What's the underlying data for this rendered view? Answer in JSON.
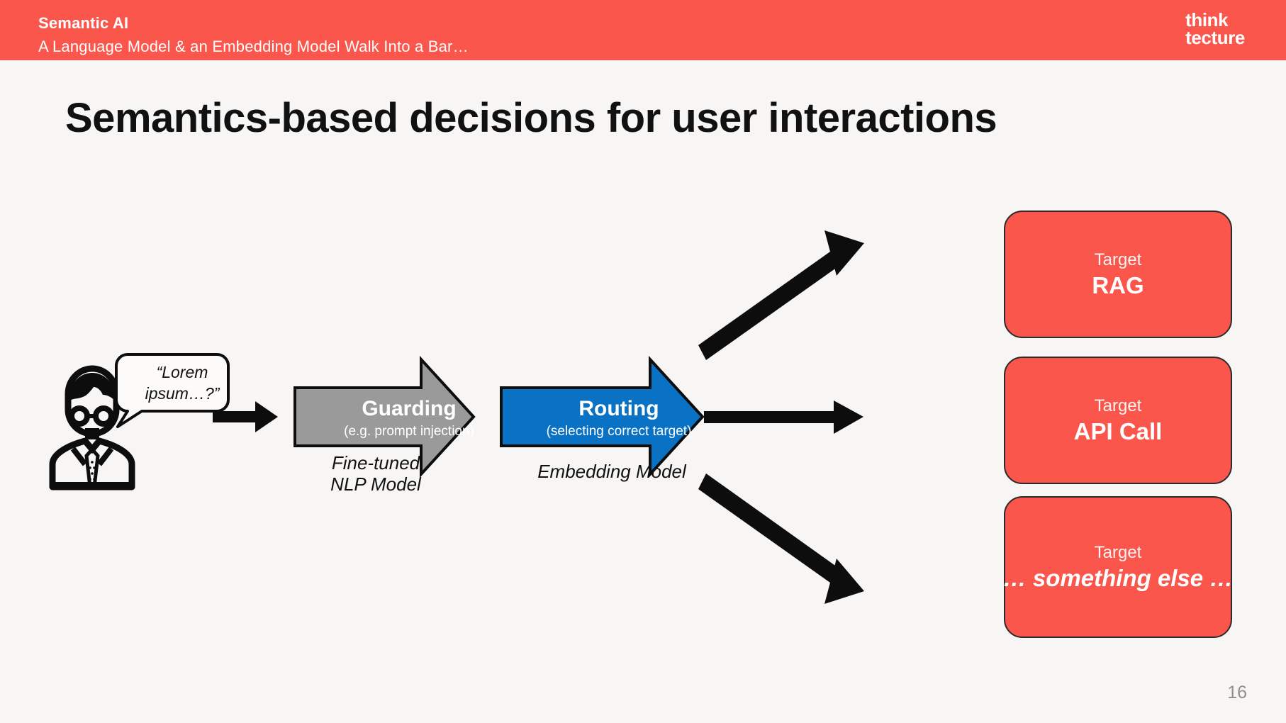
{
  "header": {
    "title": "Semantic AI",
    "subtitle": "A Language Model & an Embedding Model Walk Into a Bar…",
    "bg_color": "#fa564c",
    "logo_line1": "think",
    "logo_line2": "tecture"
  },
  "slide": {
    "title": "Semantics-based decisions for user interactions",
    "background_color": "#f7f6f4",
    "page_number": "16"
  },
  "diagram": {
    "user": {
      "icon_name": "businessman-avatar-icon",
      "bubble_line1": "“Lorem",
      "bubble_line2": "ipsum…?”"
    },
    "stages": [
      {
        "id": "guarding",
        "title": "Guarding",
        "subtitle": "(e.g. prompt injection)",
        "caption_line1": "Fine-tuned",
        "caption_line2": "NLP Model",
        "color": "#9a9a9a"
      },
      {
        "id": "routing",
        "title": "Routing",
        "subtitle": "(selecting correct target)",
        "caption_line1": "Embedding Model",
        "caption_line2": "",
        "color": "#0a72c4"
      }
    ],
    "targets": [
      {
        "kicker": "Target",
        "name": "RAG",
        "italic": false,
        "color": "#fa564c"
      },
      {
        "kicker": "Target",
        "name": "API Call",
        "italic": false,
        "color": "#fa564c"
      },
      {
        "kicker": "Target",
        "name": "… something else …",
        "italic": true,
        "color": "#fa564c"
      }
    ],
    "connectors": [
      {
        "name": "user-to-guarding-arrow",
        "direction": "right"
      },
      {
        "name": "routing-to-rag-arrow",
        "direction": "up-right"
      },
      {
        "name": "routing-to-api-call-arrow",
        "direction": "right"
      },
      {
        "name": "routing-to-something-else-arrow",
        "direction": "down-right"
      }
    ]
  }
}
